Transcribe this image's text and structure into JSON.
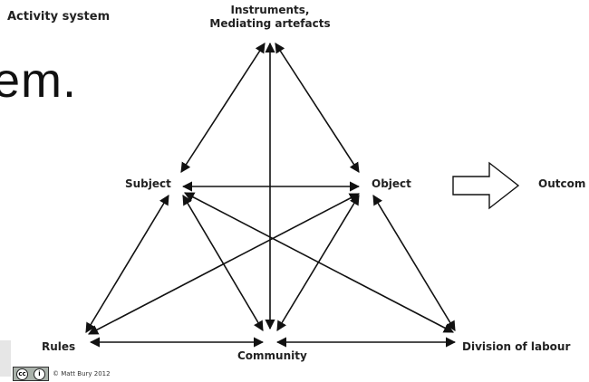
{
  "title": "Activity system",
  "background_text": "em.",
  "nodes": {
    "instruments_line1": "Instruments,",
    "instruments_line2": "Mediating artefacts",
    "subject": "Subject",
    "object": "Object",
    "outcome": "Outcom",
    "rules": "Rules",
    "community": "Community",
    "division": "Division of labour"
  },
  "license": {
    "text": "© Matt Bury 2012",
    "icons": [
      "creative-commons-icon",
      "attribution-icon"
    ]
  },
  "colors": {
    "arrow": "#111111",
    "label": "#222222",
    "background": "#ffffff"
  }
}
